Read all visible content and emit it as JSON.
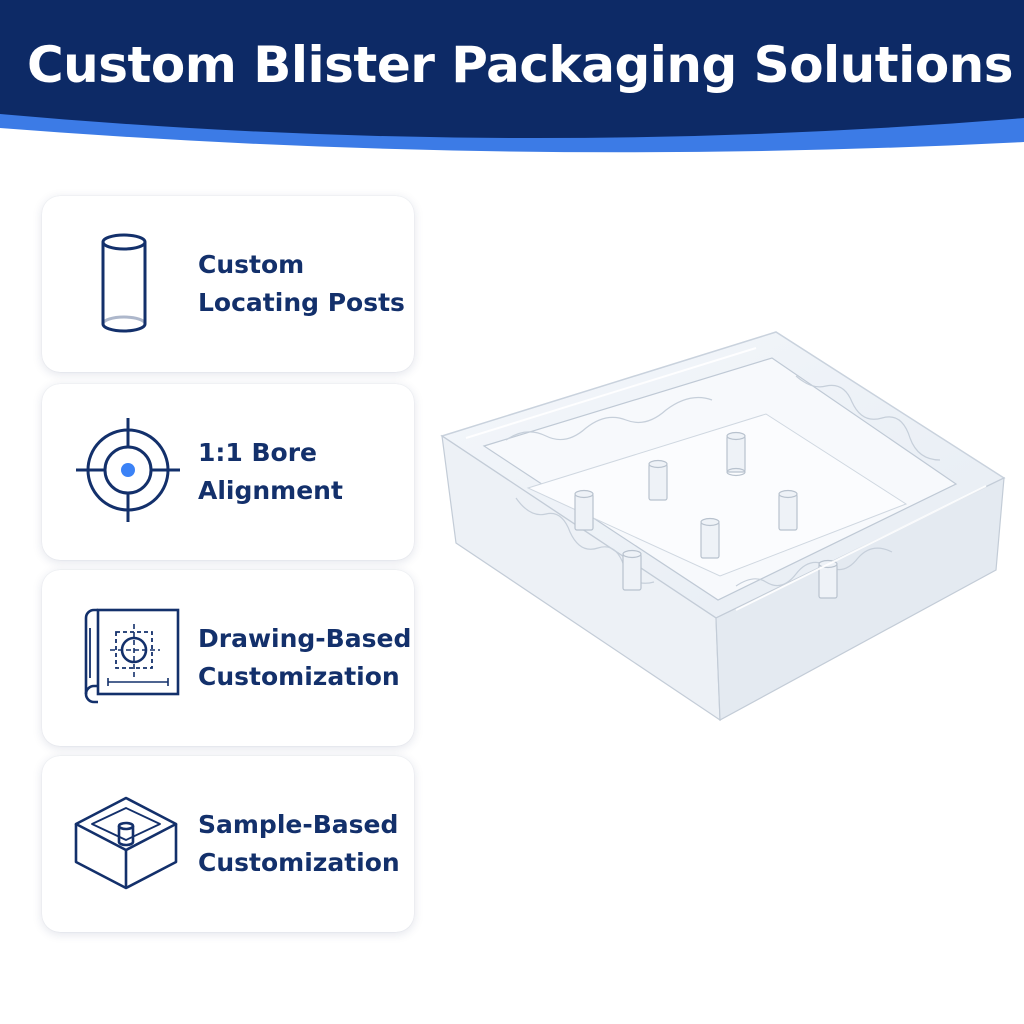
{
  "page": {
    "title": "Custom Blister Packaging Solutions"
  },
  "features": [
    {
      "line1": "Custom",
      "line2": "Locating Posts",
      "icon": "cylinder-post-icon"
    },
    {
      "line1": "1:1 Bore",
      "line2": "Alignment",
      "icon": "target-crosshair-icon"
    },
    {
      "line1": "Drawing-Based",
      "line2": "Customization",
      "icon": "blueprint-drawing-icon"
    },
    {
      "line1": "Sample-Based",
      "line2": "Customization",
      "icon": "sample-box-icon"
    }
  ],
  "colors": {
    "header_navy": "#0d2a66",
    "header_accent": "#3c7be6",
    "text_navy": "#13306b",
    "icon_dot": "#3b82f6"
  }
}
